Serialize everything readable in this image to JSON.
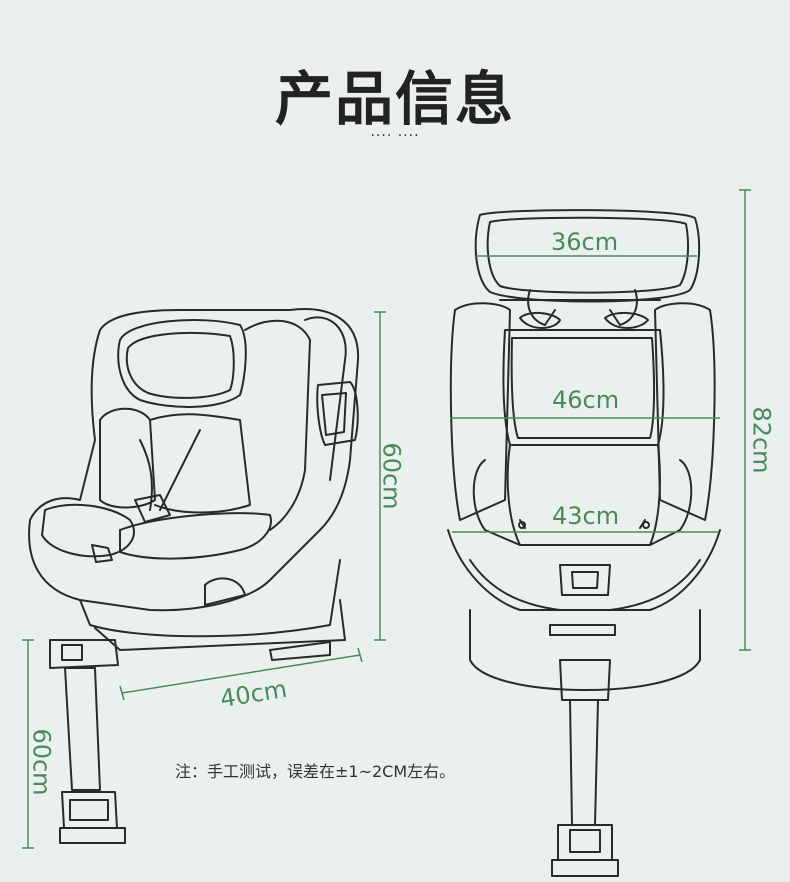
{
  "title": "产品信息",
  "subtitle_dots": ".... ....",
  "dimensions": {
    "side_height": "60cm",
    "side_depth": "40cm",
    "leg_height": "60cm",
    "front_headrest_width": "36cm",
    "front_back_width": "46cm",
    "front_seat_width": "43cm",
    "front_total_height": "82cm"
  },
  "note": "注：手工测试，误差在±1~2CM左右。",
  "colors": {
    "dimension": "#4a8a58",
    "line": "#2a2a2a",
    "background": "#eaf0ef"
  }
}
